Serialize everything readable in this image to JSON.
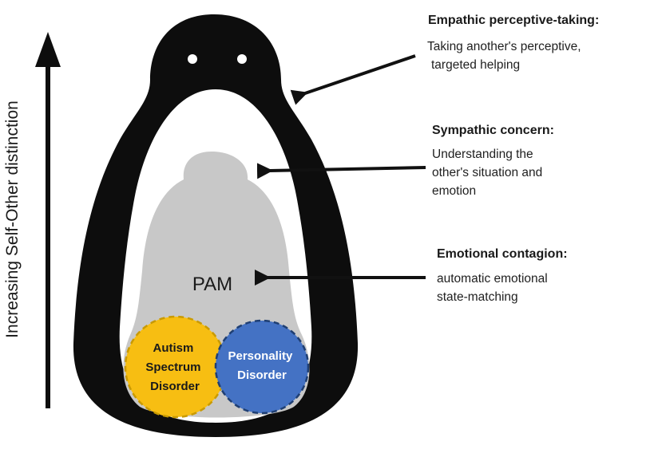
{
  "axis": {
    "label": "Increasing Self-Other distinction"
  },
  "core": {
    "label": "PAM"
  },
  "circles": {
    "autism": {
      "lines": [
        "Autism",
        "Spectrum",
        "Disorder"
      ],
      "fill": "#F7BE12",
      "stroke": "#C99A00"
    },
    "personality": {
      "lines": [
        "Personality",
        "Disorder"
      ],
      "fill": "#4472C4",
      "stroke": "#1F3F73"
    }
  },
  "levels": {
    "perspective": {
      "title": "Empathic perceptive-taking:",
      "lines": [
        "Taking another's perceptive,",
        "targeted helping"
      ]
    },
    "sympathy": {
      "title": "Sympathic concern:",
      "lines": [
        "Understanding the",
        "other's situation and",
        "emotion"
      ]
    },
    "contagion": {
      "title": "Emotional contagion:",
      "lines": [
        "automatic emotional",
        "state-matching"
      ]
    }
  },
  "colors": {
    "outer_body": "#0d0d0d",
    "inner_white": "#ffffff",
    "pam_gray": "#c8c8c8",
    "arrow": "#111111"
  }
}
